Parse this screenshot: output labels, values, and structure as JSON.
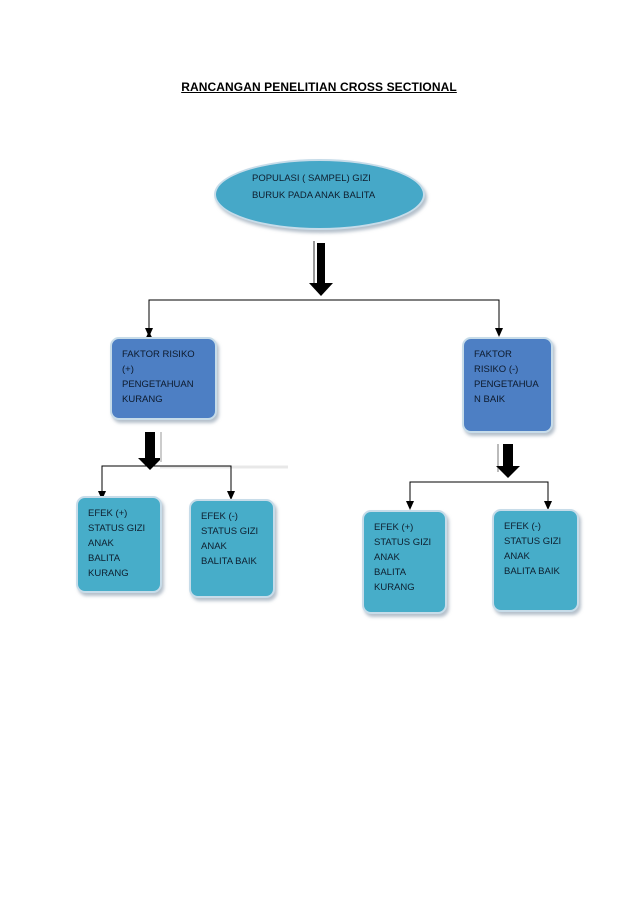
{
  "title": "RANCANGAN PENELITIAN CROSS SECTIONAL",
  "nodes": {
    "population": "POPULASI ( SAMPEL) GIZI\nBURUK PADA ANAK BALITA",
    "risk_positive": "FAKTOR RISIKO\n(+)\nPENGETAHUAN\nKURANG",
    "risk_negative": "FAKTOR\nRISIKO (-)\nPENGETAHUA\nN  BAIK",
    "effect_pos_left": "EFEK (+)\nSTATUS GIZI\nANAK\nBALITA\nKURANG",
    "effect_neg_left": "EFEK (-)\nSTATUS GIZI\nANAK\nBALITA BAIK",
    "effect_pos_right": "EFEK (+)\nSTATUS GIZI\nANAK\nBALITA\nKURANG",
    "effect_neg_right": "EFEK (-)\nSTATUS GIZI\nANAK\nBALITA BAIK"
  },
  "colors": {
    "oval_fill": "#46a8c8",
    "risk_fill": "#4d7fc4",
    "effect_fill": "#47adc9",
    "border": "#c7dce9"
  }
}
